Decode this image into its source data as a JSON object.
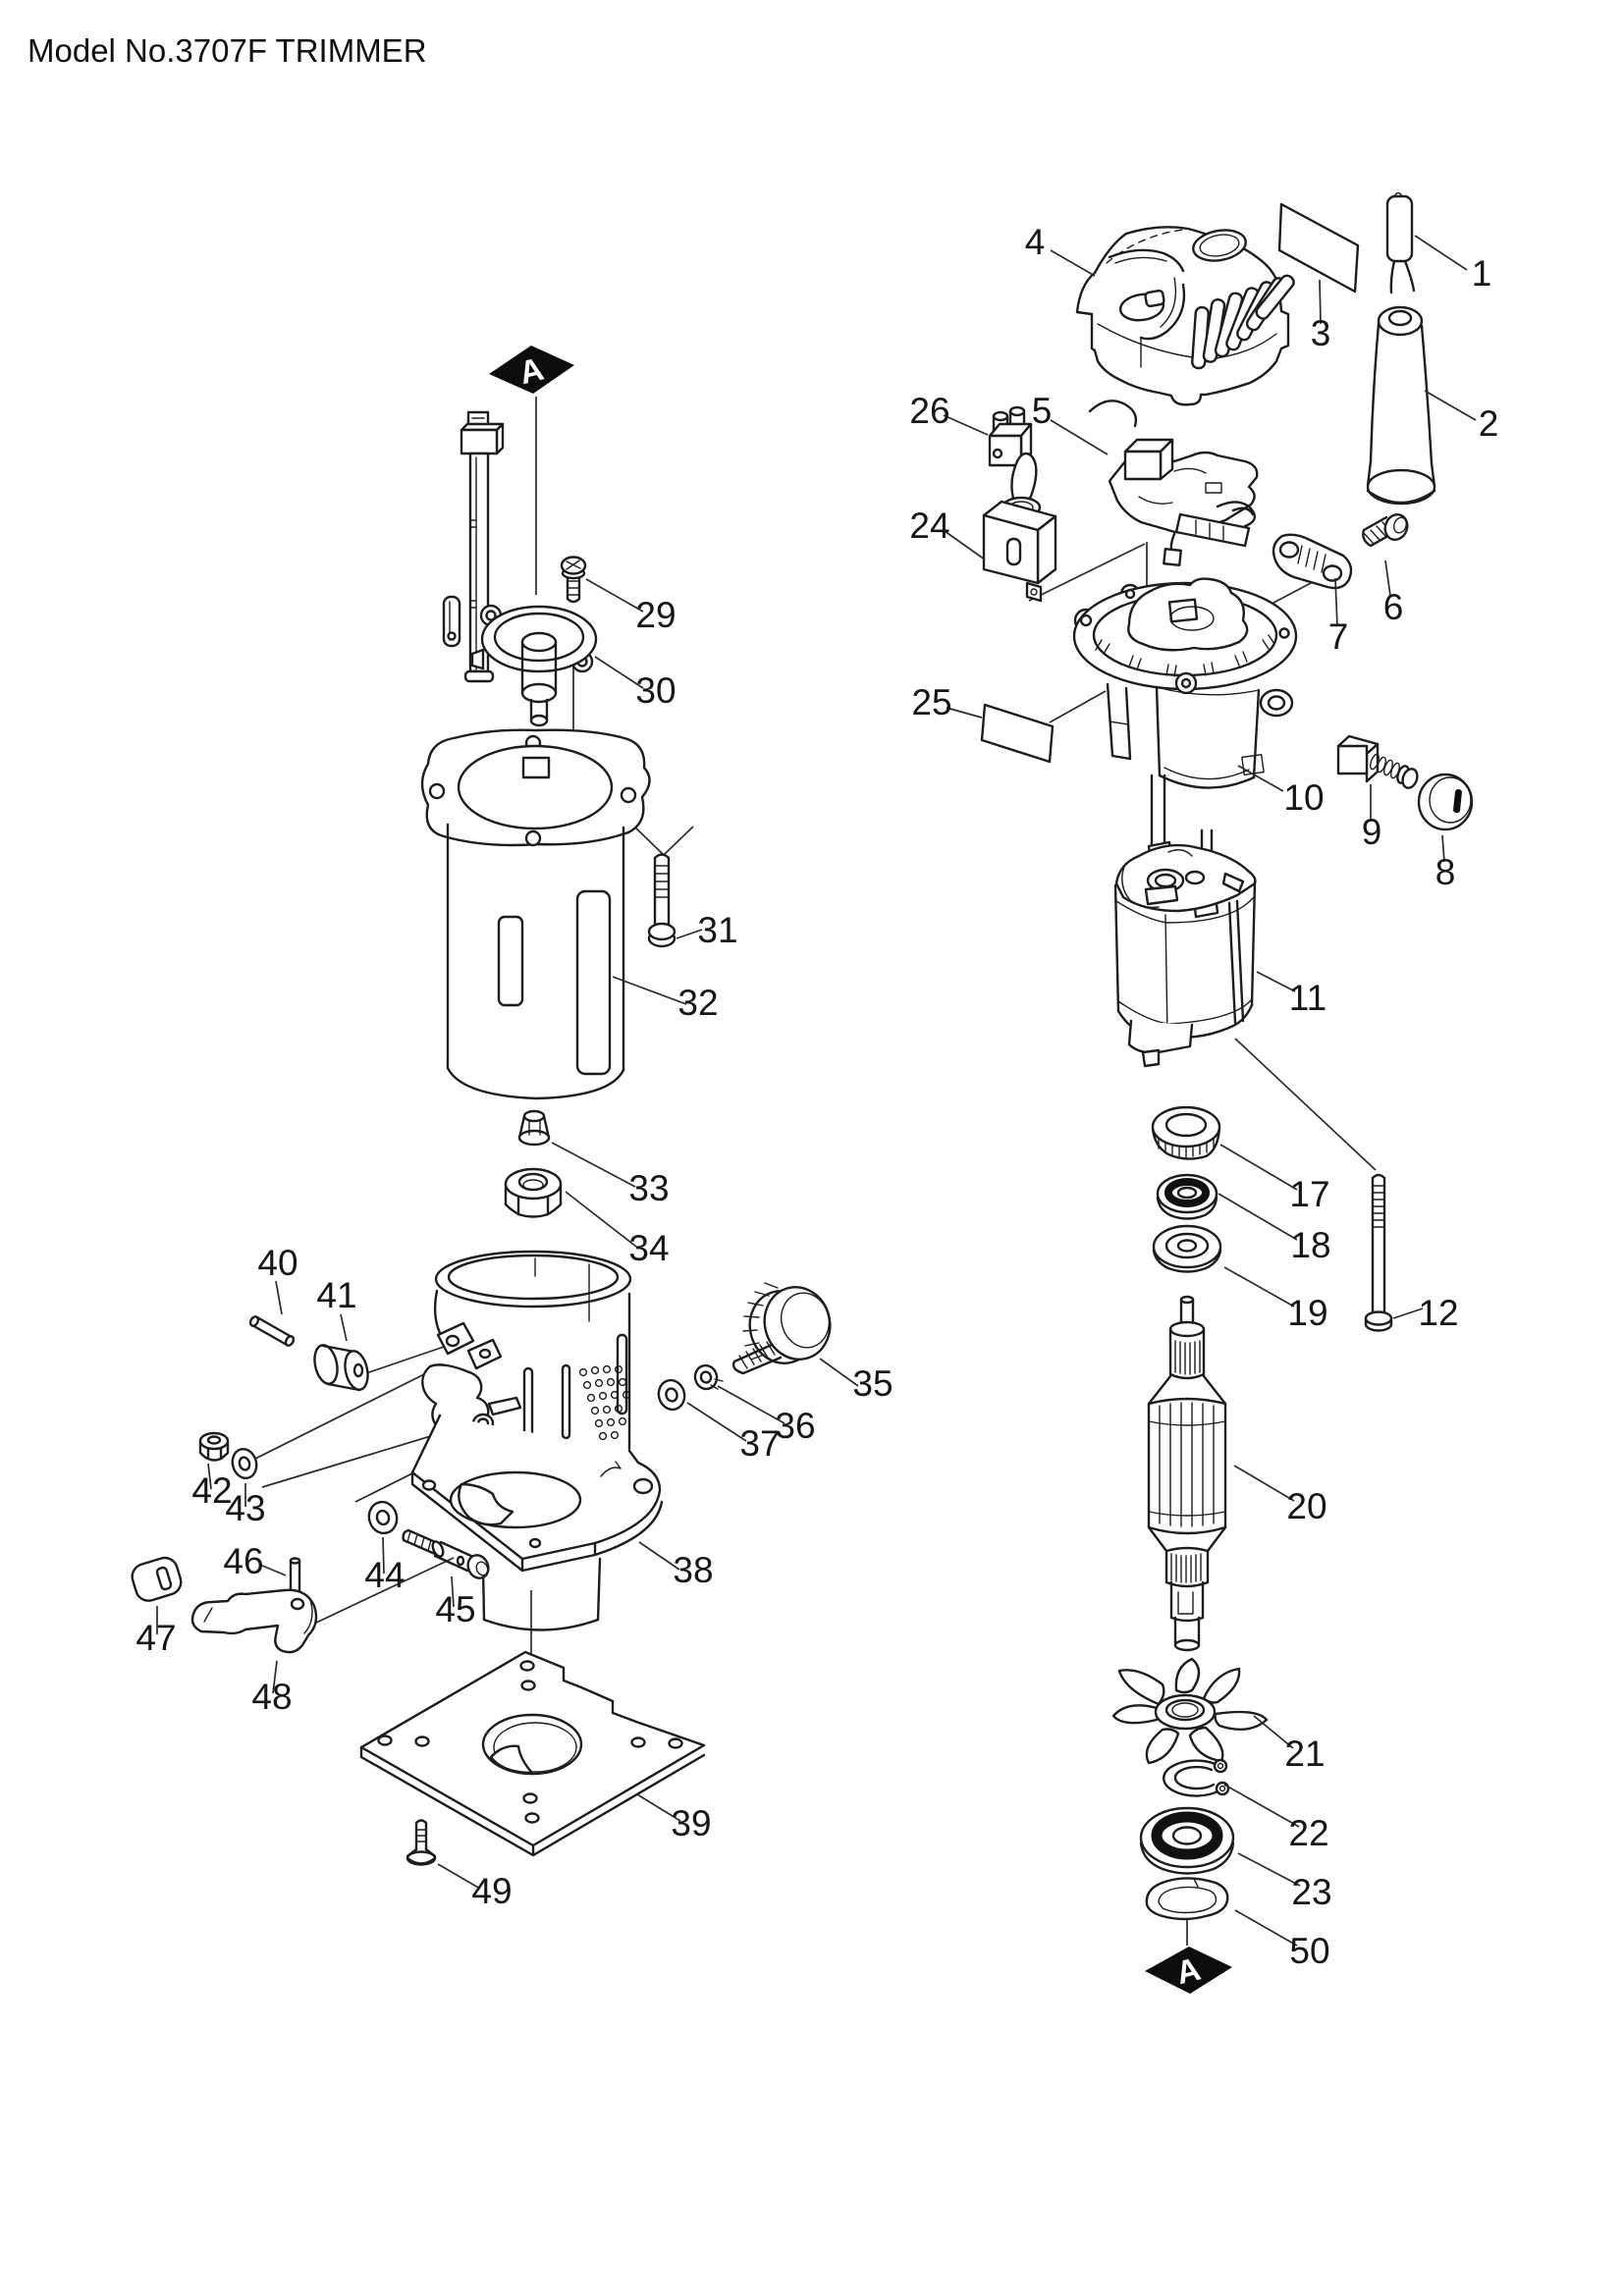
{
  "page": {
    "title": "Model No.3707F TRIMMER"
  },
  "diagram": {
    "warning_labels": [
      {
        "text": "A"
      },
      {
        "text": "A"
      }
    ],
    "callouts": [
      {
        "number": "1"
      },
      {
        "number": "2"
      },
      {
        "number": "3"
      },
      {
        "number": "4"
      },
      {
        "number": "5"
      },
      {
        "number": "6"
      },
      {
        "number": "7"
      },
      {
        "number": "8"
      },
      {
        "number": "9"
      },
      {
        "number": "10"
      },
      {
        "number": "11"
      },
      {
        "number": "12"
      },
      {
        "number": "17"
      },
      {
        "number": "18"
      },
      {
        "number": "19"
      },
      {
        "number": "20"
      },
      {
        "number": "21"
      },
      {
        "number": "22"
      },
      {
        "number": "23"
      },
      {
        "number": "24"
      },
      {
        "number": "25"
      },
      {
        "number": "26"
      },
      {
        "number": "29"
      },
      {
        "number": "30"
      },
      {
        "number": "31"
      },
      {
        "number": "32"
      },
      {
        "number": "33"
      },
      {
        "number": "34"
      },
      {
        "number": "35"
      },
      {
        "number": "36"
      },
      {
        "number": "37"
      },
      {
        "number": "38"
      },
      {
        "number": "39"
      },
      {
        "number": "40"
      },
      {
        "number": "41"
      },
      {
        "number": "42"
      },
      {
        "number": "43"
      },
      {
        "number": "44"
      },
      {
        "number": "45"
      },
      {
        "number": "46"
      },
      {
        "number": "47"
      },
      {
        "number": "48"
      },
      {
        "number": "49"
      },
      {
        "number": "50"
      }
    ]
  }
}
